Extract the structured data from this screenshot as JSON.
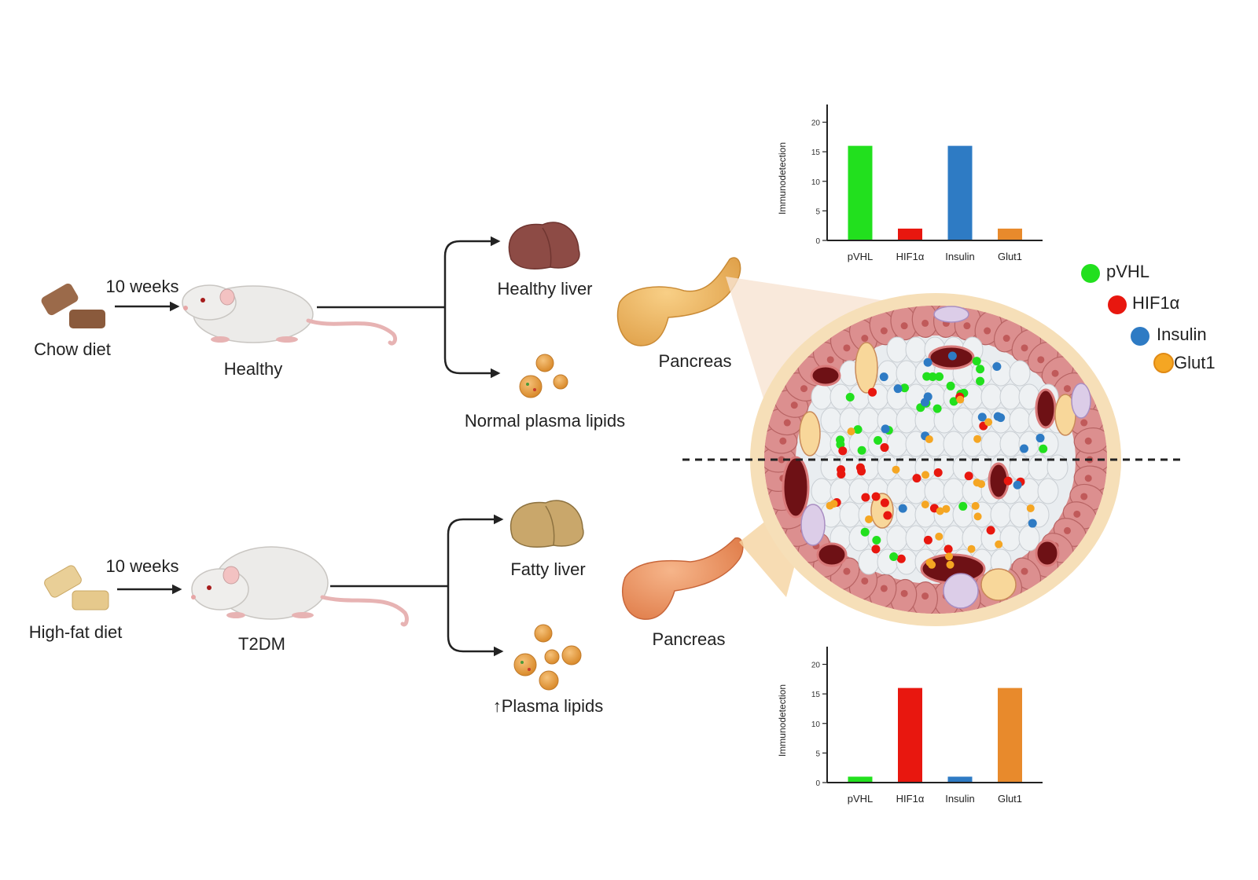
{
  "top_row": {
    "diet": "Chow diet",
    "duration": "10 weeks",
    "mouse": "Healthy",
    "liver": "Healthy liver",
    "lipids": "Normal plasma lipids",
    "pancreas": "Pancreas"
  },
  "bottom_row": {
    "diet": "High-fat diet",
    "duration": "10 weeks",
    "mouse": "T2DM",
    "liver": "Fatty liver",
    "lipids": "↑Plasma lipids",
    "pancreas": "Pancreas"
  },
  "legend": [
    {
      "label": "pVHL",
      "color": "#22e01e"
    },
    {
      "label": "HIF1α",
      "color": "#e8170f"
    },
    {
      "label": "Insulin",
      "color": "#2e7bc4"
    },
    {
      "label": "Glut1",
      "color": "#f5a623"
    }
  ],
  "colors": {
    "pVHL": "#22e01e",
    "HIF1a": "#e8170f",
    "Insulin": "#2e7bc4",
    "Glut1": "#e88a2c",
    "islet_rim": "#f6dfb8",
    "acinar": "#d98b8b",
    "vessel": "#6e1115",
    "islet_core": "#e9edf0"
  },
  "chart_data": [
    {
      "type": "bar",
      "categories": [
        "pVHL",
        "HIF1α",
        "Insulin",
        "Glut1"
      ],
      "values": [
        16,
        2,
        16,
        2
      ],
      "ylabel": "Immunodetection",
      "yticks": [
        0,
        5,
        10,
        15,
        20
      ],
      "ylim": [
        0,
        21
      ],
      "grid": false,
      "bar_colors": [
        "#22e01e",
        "#e8170f",
        "#2e7bc4",
        "#e88a2c"
      ]
    },
    {
      "type": "bar",
      "categories": [
        "pVHL",
        "HIF1α",
        "Insulin",
        "Glut1"
      ],
      "values": [
        1,
        16,
        1,
        16
      ],
      "ylabel": "Immunodetection",
      "yticks": [
        0,
        5,
        10,
        15,
        20
      ],
      "ylim": [
        0,
        21
      ],
      "grid": false,
      "bar_colors": [
        "#22e01e",
        "#e8170f",
        "#2e7bc4",
        "#e88a2c"
      ]
    }
  ]
}
